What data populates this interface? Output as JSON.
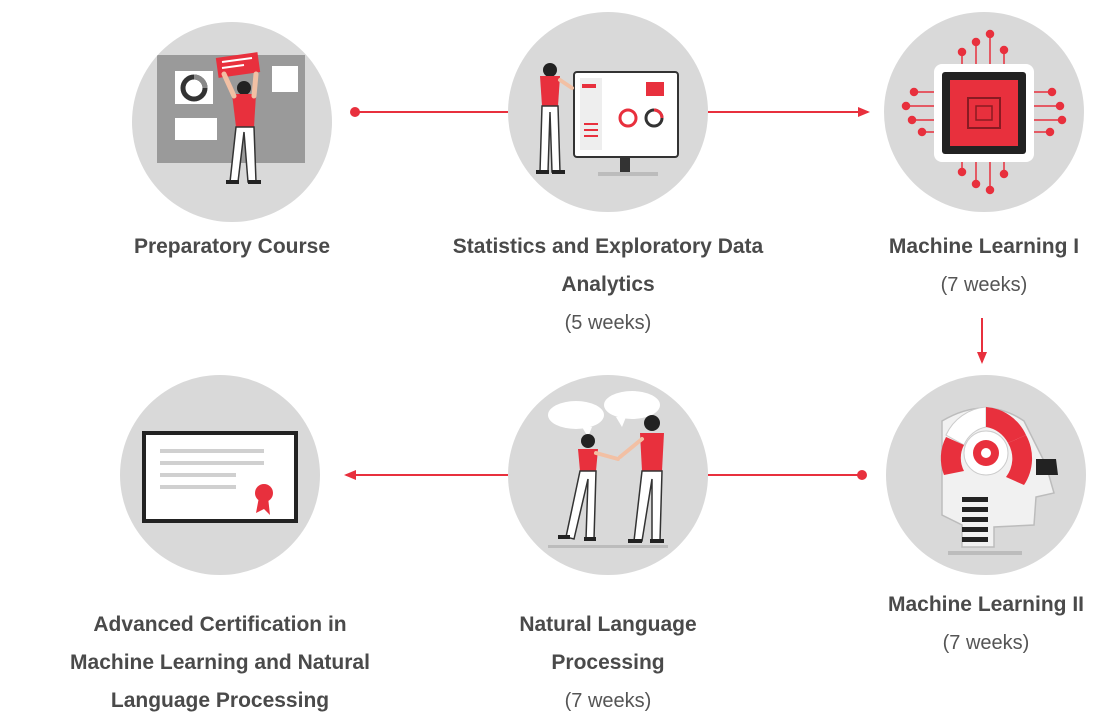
{
  "steps": [
    {
      "title": "Preparatory Course",
      "icon": "presenter-board-icon",
      "duration": ""
    },
    {
      "title": "Statistics and Exploratory Data Analytics",
      "icon": "analytics-dashboard-icon",
      "duration": "(5 weeks)"
    },
    {
      "title": "Machine Learning I",
      "icon": "microchip-icon",
      "duration": "(7 weeks)"
    },
    {
      "title": "Machine Learning II",
      "icon": "robot-head-icon",
      "duration": "(7 weeks)"
    },
    {
      "title": "Natural Language Processing",
      "icon": "conversation-icon",
      "duration": "(7 weeks)"
    },
    {
      "title": "Advanced Certification in Machine Learning and Natural Language Processing",
      "icon": "certificate-icon",
      "duration": ""
    }
  ],
  "colors": {
    "accent": "#e8303d",
    "circle": "#d9d9d9",
    "text": "#4a4a4a"
  }
}
